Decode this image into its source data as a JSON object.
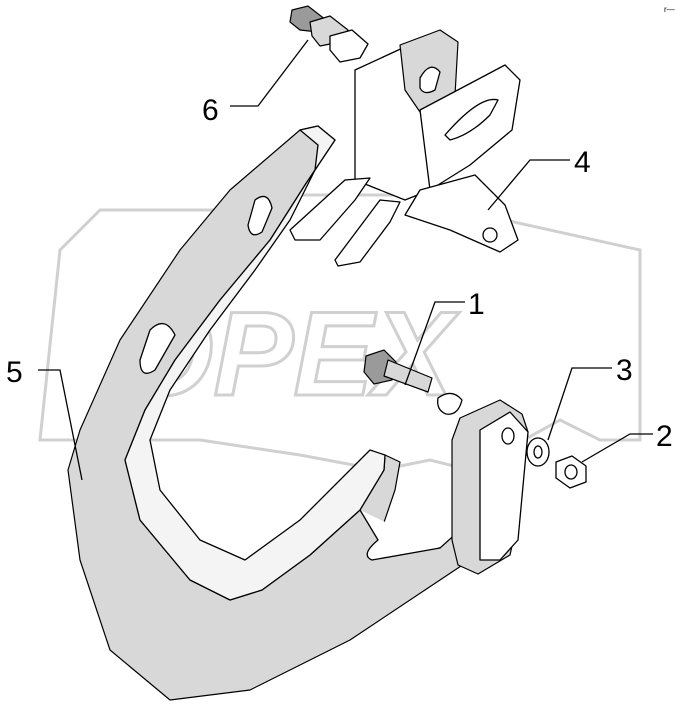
{
  "diagram": {
    "corner_mark": "r—",
    "watermark": "OPEX",
    "callouts": [
      {
        "id": "1",
        "label": "1"
      },
      {
        "id": "2",
        "label": "2"
      },
      {
        "id": "3",
        "label": "3"
      },
      {
        "id": "4",
        "label": "4"
      },
      {
        "id": "5",
        "label": "5"
      },
      {
        "id": "6",
        "label": "6"
      }
    ]
  }
}
